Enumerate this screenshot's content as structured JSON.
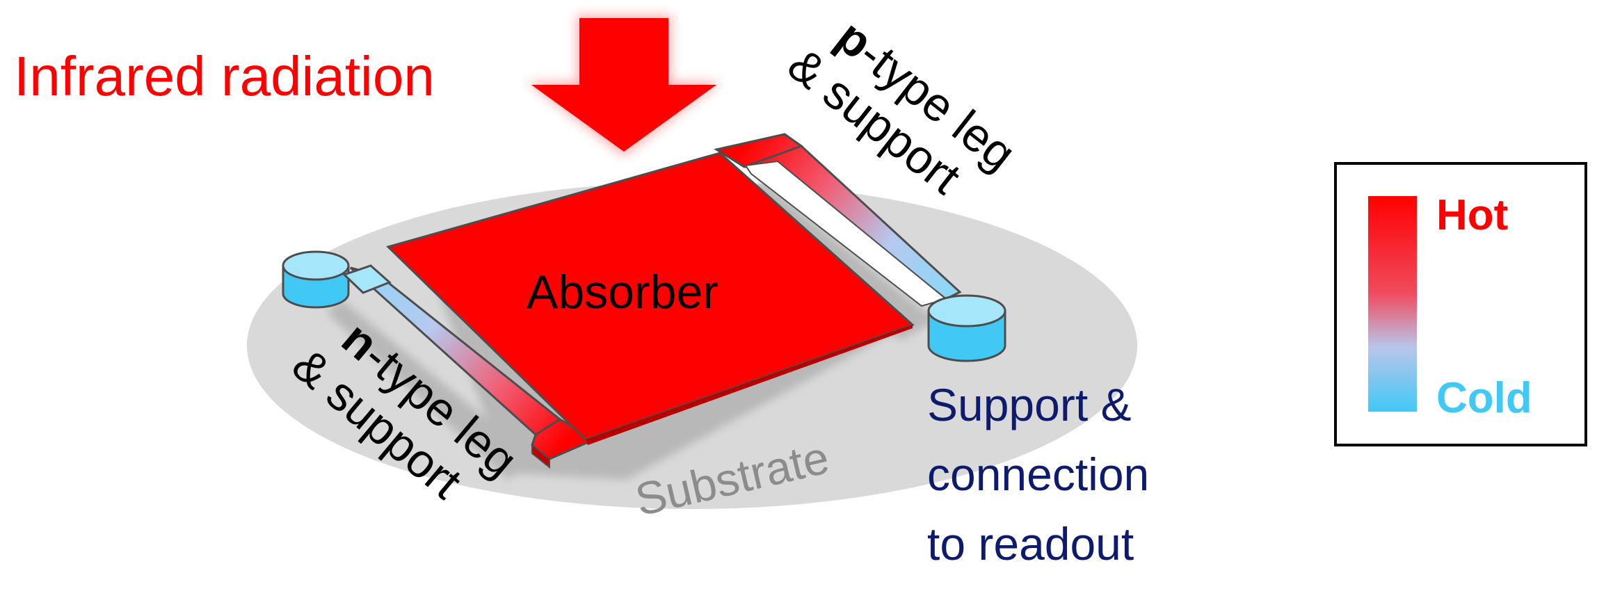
{
  "labels": {
    "infrared": "Infrared radiation",
    "absorber": "Absorber",
    "substrate": "Substrate",
    "p_leg_line1_bold": "p",
    "p_leg_line1_rest": "-type leg",
    "p_leg_line2": "& support",
    "n_leg_line1_bold": "n",
    "n_leg_line1_rest": "-type leg",
    "n_leg_line2": "& support",
    "support_line1": "Support &",
    "support_line2": "connection",
    "support_line3": "to readout"
  },
  "legend": {
    "hot": "Hot",
    "cold": "Cold"
  },
  "colors": {
    "hot": "#ff0000",
    "cold": "#41c8f5",
    "support_text": "#0d1b6e",
    "substrate": "#d9d9d9",
    "substrate_text": "#8c8c8c"
  }
}
